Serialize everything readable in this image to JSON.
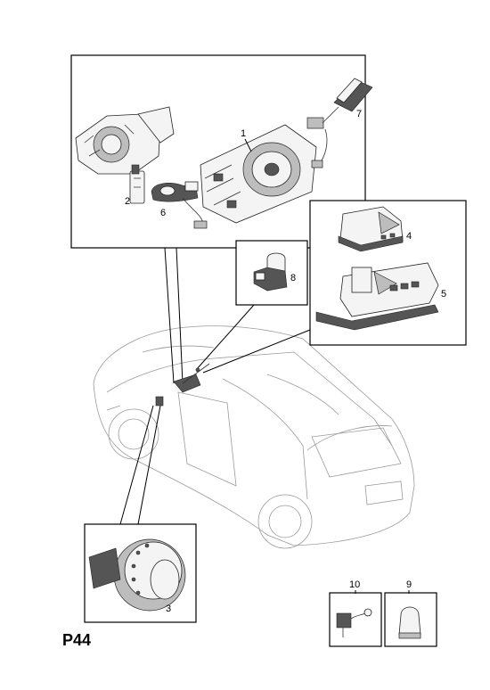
{
  "page_code": "P44",
  "callouts": {
    "c1": "1",
    "c2": "2",
    "c3": "3",
    "c4": "4",
    "c5": "5",
    "c6": "6",
    "c7": "7",
    "c8": "8",
    "c9": "9",
    "c10": "10"
  }
}
